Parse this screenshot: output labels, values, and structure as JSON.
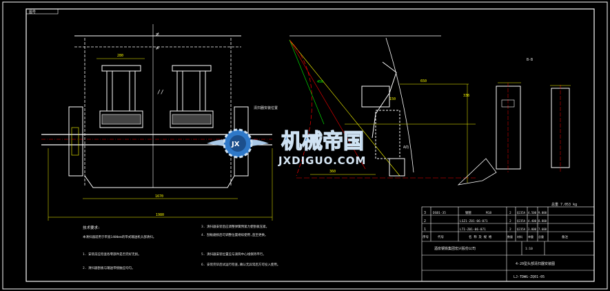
{
  "title_block": {
    "parts_rows": [
      {
        "no": "3",
        "code": "DSB1-35",
        "name": "钢管",
        "spec": "M18",
        "qty": "2",
        "material": "Q235A",
        "mass": "4.500",
        "total": "9.000"
      },
      {
        "no": "2",
        "code": "LSZ1-Z01-06-071",
        "name": "",
        "spec": "",
        "qty": "2",
        "material": "Q235A",
        "mass": "4.400",
        "total": "8.800"
      },
      {
        "no": "1",
        "code": "LT1-Z01-06-071",
        "name": "",
        "spec": "",
        "qty": "2",
        "material": "Q235A",
        "mass": "3.800",
        "total": "7.600"
      }
    ],
    "header_no": "序号",
    "header_code": "代号",
    "header_name": "名 称 及 规 格",
    "header_qty": "数量",
    "header_material": "材料",
    "header_mass": "单重",
    "header_total": "总重",
    "header_note": "备注",
    "company": "酒泉钢铁集团宏兴股份公司",
    "drawing_title": "4-20型头部清扫器安装图",
    "drawing_number": "LJ-TDWG-ZQ01-05",
    "weight": "总重 7.053 kg",
    "scale": "1:10"
  },
  "notes": {
    "heading": "技术要求:",
    "left": [
      "本清扫器适用于带宽1400mm的带式输送机头部清扫。",
      "1. 安装前应检查各零部件是否完好无损。",
      "2. 清扫器刮板与输送带接触应均匀。"
    ],
    "right": [
      "3. 清扫器安装后应调整弹簧预紧力使刮板压紧。",
      "4. 刮板磨损后可调整位置继续使用,直至更换。",
      "5. 清扫器安装位置应与滚筒中心线保持平行。",
      "6. 安装完毕后试运行检查,确认无异常后方可投入使用。"
    ]
  },
  "annotations": {
    "top_left_tag": "图号",
    "section_label": "清扫器安装位置",
    "view_label": "A向",
    "detail_label": "B-B"
  },
  "dimensions": {
    "top_width": "280",
    "bottom_span": "1670",
    "overall_span": "1980",
    "angle_dim": "456",
    "vertical_dim": "338",
    "horizontal_dim": "360",
    "small_dim": "150",
    "side_dim": "650"
  },
  "watermark": {
    "cn": "机械帝国",
    "en": "JXDIGUO.COM",
    "logo": "JX"
  },
  "colors": {
    "background": "#000000",
    "line": "#ffffff",
    "dim": "#ffff00",
    "center": "#ff0000",
    "angle": "#00ff00",
    "watermark_blue": "#2e78c8"
  }
}
